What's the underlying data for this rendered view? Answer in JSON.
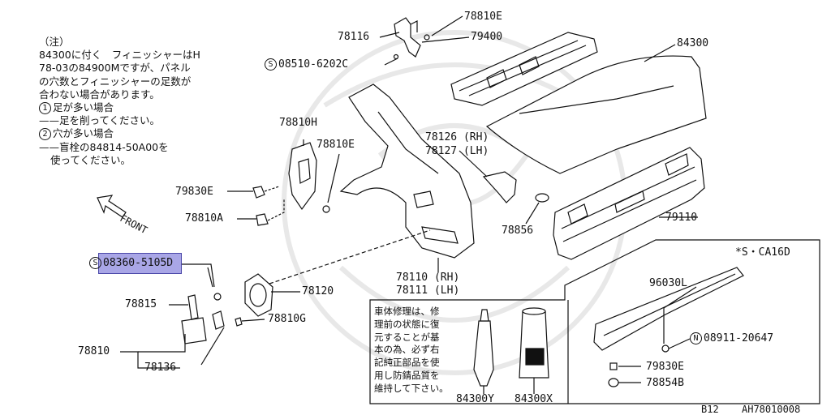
{
  "note": {
    "title": "（注）",
    "lines": [
      "84300に付く　フィニッシャーはH",
      "78-03の84900Mですが、パネル",
      "の穴数とフィニッシャーの足数が",
      "合わない場合があります。"
    ],
    "case1_num": "1",
    "case1_title": "足が多い場合",
    "case1_action": "——足を削ってください。",
    "case2_num": "2",
    "case2_title": "穴が多い場合",
    "case2_action1": "——盲栓の84814-50A00を",
    "case2_action2": "使ってください。"
  },
  "front_label": "FRONT",
  "labels": {
    "p78116": "78116",
    "p78810E_top": "78810E",
    "p79400": "79400",
    "p84300": "84300",
    "s_prefix": "S",
    "p08510": "08510-6202C",
    "p78810H": "78810H",
    "p78810E_mid": "78810E",
    "p78126": "78126 (RH)",
    "p78127": "78127 (LH)",
    "p79830E_left": "79830E",
    "p78810A": "78810A",
    "p78856": "78856",
    "p79110": "79110",
    "p08360": "08360-5105D",
    "p78110": "78110 (RH)",
    "p78111": "78111 (LH)",
    "p78120": "78120",
    "p78815": "78815",
    "p78810G": "78810G",
    "p78810": "78810",
    "p78136": "78136",
    "spoiler_note": "*S・CA16D",
    "p96030L": "96030L",
    "n_prefix": "N",
    "p08911": "08911-20647",
    "p79830E_right": "79830E",
    "p78854B": "78854B",
    "p84300Y": "84300Y",
    "p84300X": "84300X",
    "footer_b12": "B12",
    "footer_code": "AH78010008"
  },
  "repair_box": {
    "lines": [
      "車体修理は、修",
      "理前の状態に復",
      "元することが基",
      "本の為、必ず右",
      "記純正部品を使",
      "用し防錆品質を",
      "維持して下さい。"
    ]
  },
  "colors": {
    "highlight_fill": "#a9a6e6",
    "highlight_border": "#4a47a8",
    "line": "#111111",
    "watermark": "#e6e6e6"
  }
}
